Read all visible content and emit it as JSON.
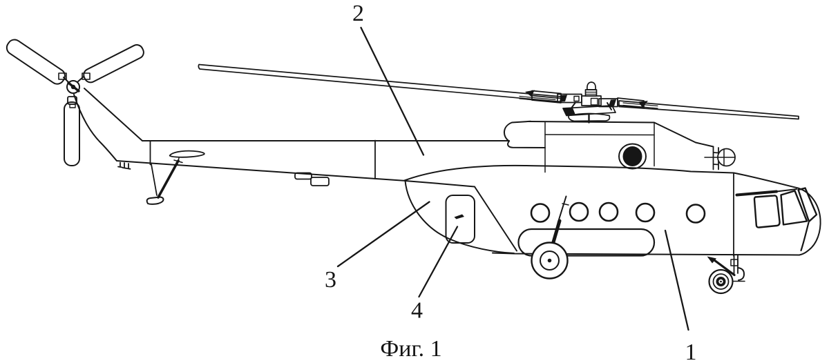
{
  "figure": {
    "caption": "Фиг. 1",
    "description": "Patent-style side-view line drawing of a transport helicopter with numbered callouts"
  },
  "callouts": {
    "c1": {
      "label": "1"
    },
    "c2": {
      "label": "2"
    },
    "c3": {
      "label": "3"
    },
    "c4": {
      "label": "4"
    }
  },
  "colors": {
    "ink": "#161616",
    "background": "#ffffff"
  }
}
